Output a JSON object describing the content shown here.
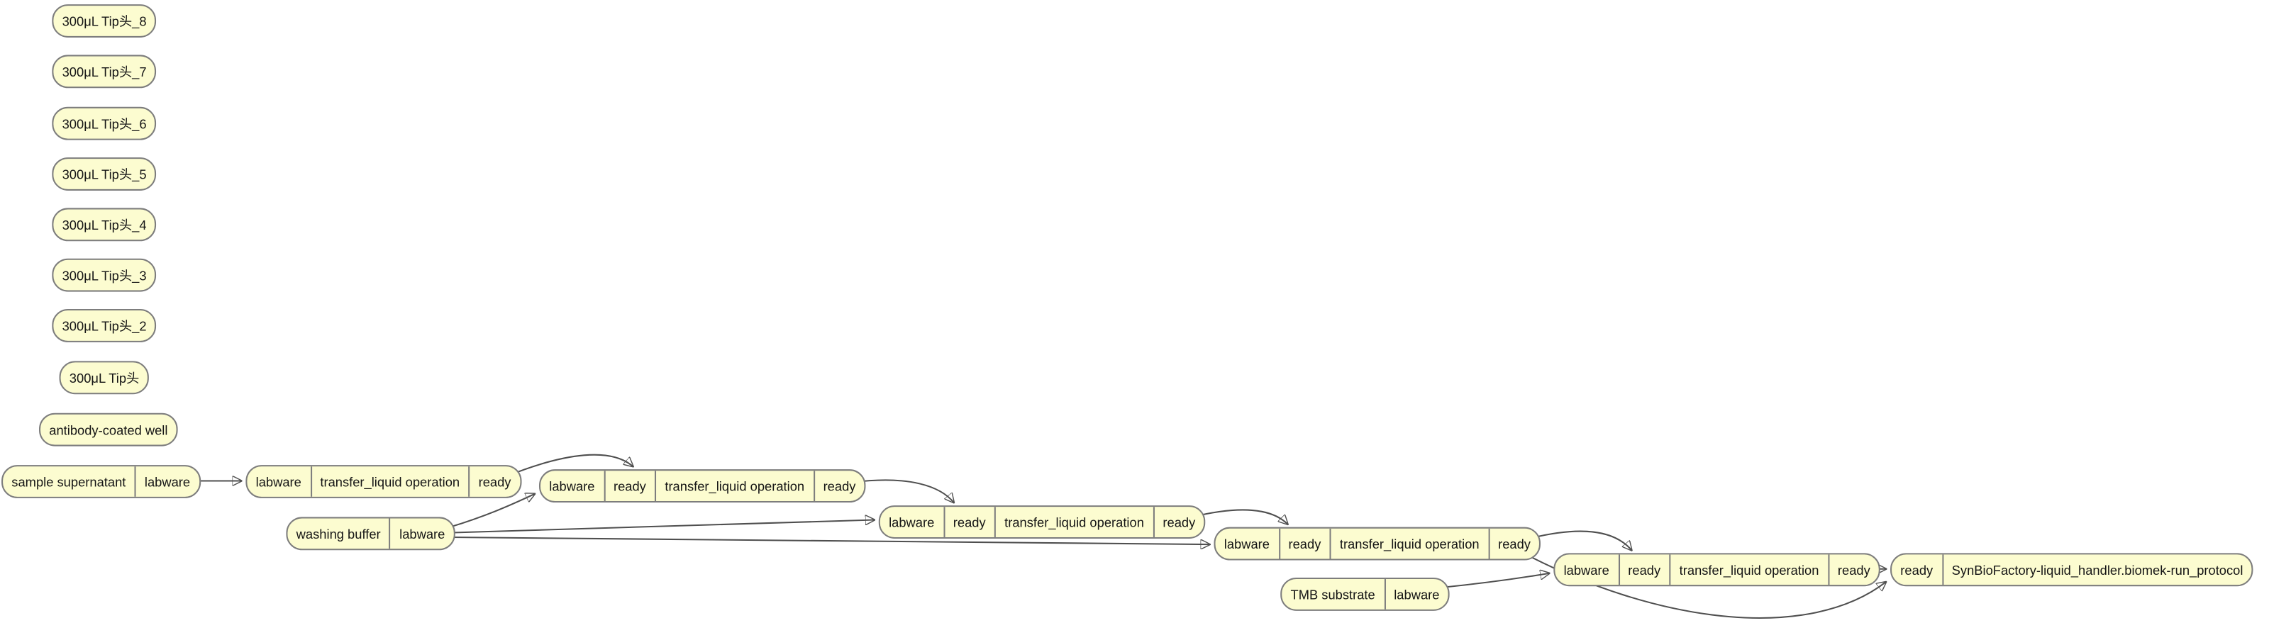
{
  "diagram": {
    "kind": "workflow-graph",
    "colors": {
      "background": "#ffffff",
      "node_fill": "#fcfcd0",
      "node_border": "#7d7d7d",
      "edge": "#4f4f4f"
    },
    "nodes": [
      {
        "name": "tip-8",
        "cells": [
          "300μL Tip头_8"
        ]
      },
      {
        "name": "tip-7",
        "cells": [
          "300μL Tip头_7"
        ]
      },
      {
        "name": "tip-6",
        "cells": [
          "300μL Tip头_6"
        ]
      },
      {
        "name": "tip-5",
        "cells": [
          "300μL Tip头_5"
        ]
      },
      {
        "name": "tip-4",
        "cells": [
          "300μL Tip头_4"
        ]
      },
      {
        "name": "tip-3",
        "cells": [
          "300μL Tip头_3"
        ]
      },
      {
        "name": "tip-2",
        "cells": [
          "300μL Tip头_2"
        ]
      },
      {
        "name": "tip-1",
        "cells": [
          "300μL Tip头"
        ]
      },
      {
        "name": "antibody-coated-well",
        "cells": [
          "antibody-coated well"
        ]
      },
      {
        "name": "sample-supernatant",
        "cells": [
          "sample supernatant",
          "labware"
        ]
      },
      {
        "name": "transfer-op-1",
        "cells": [
          "labware",
          "transfer_liquid operation",
          "ready"
        ]
      },
      {
        "name": "transfer-op-2",
        "cells": [
          "labware",
          "ready",
          "transfer_liquid operation",
          "ready"
        ]
      },
      {
        "name": "washing-buffer",
        "cells": [
          "washing buffer",
          "labware"
        ]
      },
      {
        "name": "transfer-op-3",
        "cells": [
          "labware",
          "ready",
          "transfer_liquid operation",
          "ready"
        ]
      },
      {
        "name": "transfer-op-4",
        "cells": [
          "labware",
          "ready",
          "transfer_liquid operation",
          "ready"
        ]
      },
      {
        "name": "tmb-substrate",
        "cells": [
          "TMB substrate",
          "labware"
        ]
      },
      {
        "name": "transfer-op-5",
        "cells": [
          "labware",
          "ready",
          "transfer_liquid operation",
          "ready"
        ]
      },
      {
        "name": "run-protocol",
        "cells": [
          "ready",
          "SynBioFactory-liquid_handler.biomek-run_protocol"
        ]
      }
    ],
    "edges": [
      {
        "from": "sample-supernatant",
        "to": "transfer-op-1"
      },
      {
        "from": "transfer-op-1",
        "to": "transfer-op-2"
      },
      {
        "from": "washing-buffer",
        "to": "transfer-op-2"
      },
      {
        "from": "washing-buffer",
        "to": "transfer-op-3"
      },
      {
        "from": "washing-buffer",
        "to": "transfer-op-4"
      },
      {
        "from": "transfer-op-2",
        "to": "transfer-op-3"
      },
      {
        "from": "transfer-op-3",
        "to": "transfer-op-4"
      },
      {
        "from": "transfer-op-4",
        "to": "transfer-op-5"
      },
      {
        "from": "tmb-substrate",
        "to": "transfer-op-5"
      },
      {
        "from": "transfer-op-5",
        "to": "run-protocol"
      },
      {
        "from": "transfer-op-4",
        "to": "run-protocol"
      }
    ]
  }
}
